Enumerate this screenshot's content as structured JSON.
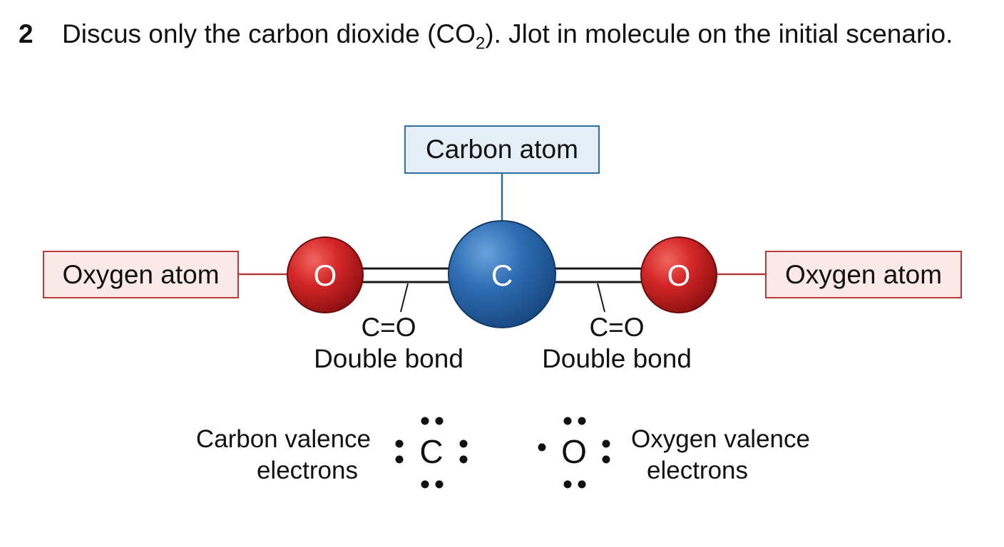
{
  "question": {
    "number": "2",
    "text_before_sub": "Discus only the carbon dioxide (CO",
    "subscript": "2",
    "text_after_sub": "). Jlot in molecule on the initial scenario."
  },
  "labels": {
    "carbon_atom": "Carbon atom",
    "oxygen_atom_left": "Oxygen atom",
    "oxygen_atom_right": "Oxygen atom"
  },
  "atoms": {
    "left_symbol": "O",
    "center_symbol": "C",
    "right_symbol": "O"
  },
  "bonds": {
    "left": {
      "formula": "C=O",
      "name": "Double bond"
    },
    "right": {
      "formula": "C=O",
      "name": "Double bond"
    }
  },
  "lewis": {
    "carbon": {
      "symbol": "C",
      "caption_line1": "Carbon valence",
      "caption_line2": "electrons"
    },
    "oxygen": {
      "symbol": "O",
      "caption_line1": "Oxygen valence",
      "caption_line2": "electrons"
    }
  },
  "colors": {
    "oxygen": "#c8201f",
    "carbon": "#2563a8",
    "carbon_label_border": "#2f6d9c",
    "oxygen_label_border": "#b83a3a"
  }
}
